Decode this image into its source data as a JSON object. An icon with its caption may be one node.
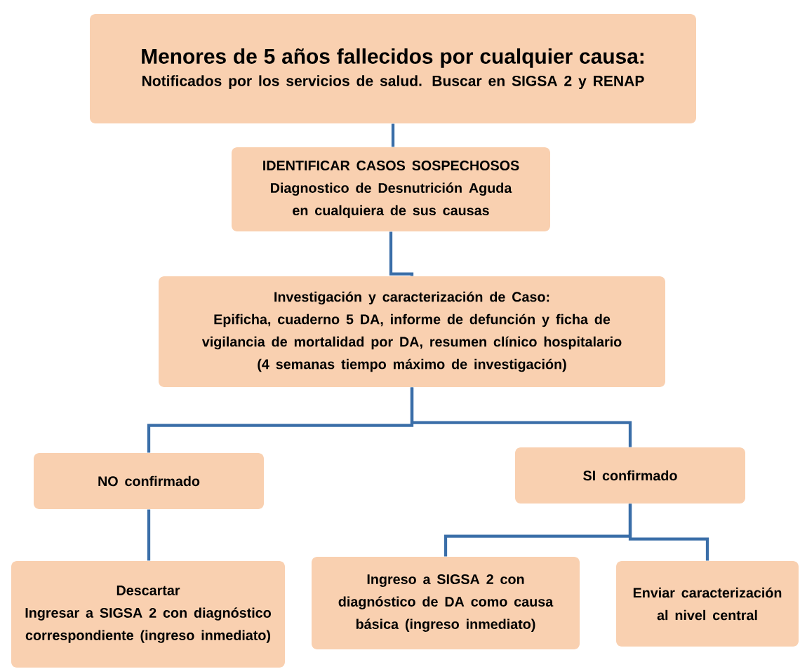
{
  "diagram": {
    "nodes": [
      {
        "text": [
          "Menores de 5 años fallecidos por cualquier causa:",
          "Notificados por los servicios de salud. Buscar en SIGSA 2 y RENAP"
        ]
      },
      {
        "text": [
          "IDENTIFICAR CASOS SOSPECHOSOS",
          "Diagnostico de Desnutrición Aguda en cualquiera de sus causas"
        ]
      },
      {
        "text": [
          "Investigación y caracterización de Caso:",
          "Epificha, cuaderno 5 DA, informe de defunción y ficha de vigilancia de mortalidad por DA, resumen clínico hospitalario",
          "(4 semanas tiempo máximo de investigación)"
        ]
      },
      {
        "text": [
          "NO confirmado"
        ]
      },
      {
        "text": [
          "SI confirmado"
        ]
      },
      {
        "text": [
          "Descartar",
          "Ingresar  a SIGSA 2 con diagnóstico correspondiente (ingreso inmediato)"
        ]
      },
      {
        "text": [
          "Ingreso a SIGSA 2 con diagnóstico de DA como causa básica (ingreso inmediato)"
        ]
      },
      {
        "text": [
          "Enviar caracterización al nivel central"
        ]
      }
    ],
    "edges": [
      {
        "from": 0,
        "to": 1,
        "arrow": "none"
      },
      {
        "from": 1,
        "to": 2,
        "arrow": "none"
      },
      {
        "from": 2,
        "to": 3,
        "arrow": "none"
      },
      {
        "from": 2,
        "to": 4,
        "arrow": "none"
      },
      {
        "from": 3,
        "to": 5,
        "arrow": "none"
      },
      {
        "from": 4,
        "to": 6,
        "arrow": "none"
      },
      {
        "from": 4,
        "to": 7,
        "arrow": "none"
      }
    ]
  }
}
